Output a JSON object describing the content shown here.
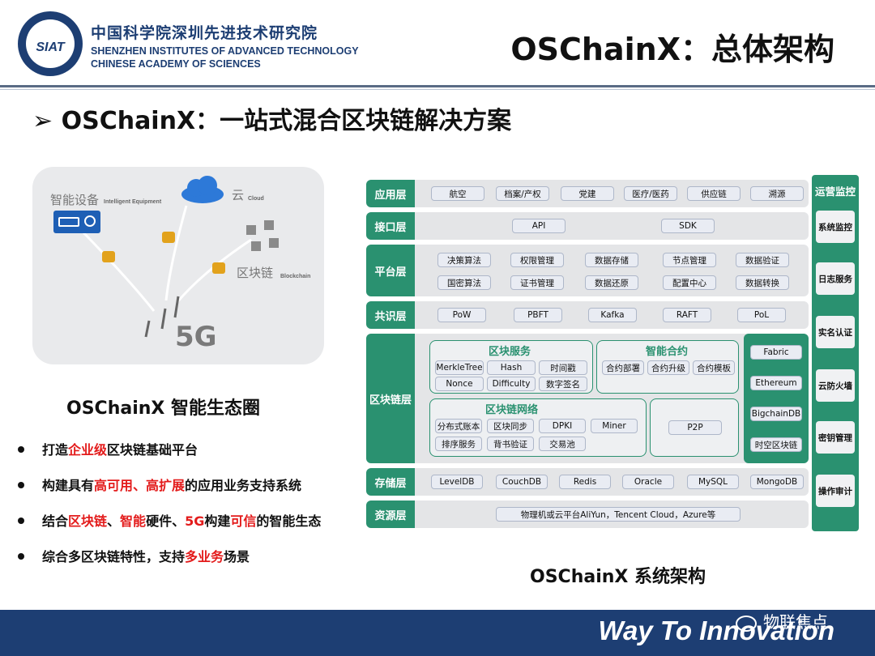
{
  "header": {
    "org_cn": "中国科学院深圳先进技术研究院",
    "org_en_1": "SHENZHEN INSTITUTES OF ADVANCED TECHNOLOGY",
    "org_en_2": "CHINESE ACADEMY OF SCIENCES",
    "logo_text": "SIAT",
    "page_title": "OSChainX：总体架构"
  },
  "subtitle": "➢ OSChainX：一站式混合区块链解决方案",
  "ecosystem": {
    "device_label": "智能设备",
    "device_label_en": "Intelligent Equipment",
    "cloud_label": "云",
    "cloud_label_en": "Cloud",
    "chain_label": "区块链",
    "chain_label_en": "Blockchain",
    "net_label": "5G",
    "caption": "OSChainX 智能生态圈"
  },
  "bullets": [
    {
      "p1": "打造",
      "h1": "企业级",
      "p2": "区块链基础平台"
    },
    {
      "p1": "构建具有",
      "h1": "高可用、高扩展",
      "p2": "的应用业务支持系统"
    },
    {
      "p1": "结合",
      "h1": "区块链",
      "p2": "、",
      "h2": "智能",
      "p3": "硬件、",
      "h3": "5G",
      "p4": "构建",
      "h4": "可信",
      "p5": "的智能生态"
    },
    {
      "p1": "综合多区块链特性，支持",
      "h1": "多业务",
      "p2": "场景"
    }
  ],
  "architecture": {
    "caption": "OSChainX 系统架构",
    "app_layer": {
      "label": "应用层",
      "items": [
        "航空",
        "档案/产权",
        "党建",
        "医疗/医药",
        "供应链",
        "溯源"
      ]
    },
    "interface_layer": {
      "label": "接口层",
      "items": [
        "API",
        "SDK"
      ]
    },
    "platform_layer": {
      "label": "平台层",
      "row1": [
        "决策算法",
        "权限管理",
        "数据存储",
        "节点管理",
        "数据验证"
      ],
      "row2": [
        "国密算法",
        "证书管理",
        "数据还原",
        "配置中心",
        "数据转换"
      ]
    },
    "consensus_layer": {
      "label": "共识层",
      "items": [
        "PoW",
        "PBFT",
        "Kafka",
        "RAFT",
        "PoL"
      ]
    },
    "chain_layer": {
      "label": "区块链层",
      "service": {
        "title": "区块服务",
        "items": [
          "MerkleTree",
          "Hash",
          "时间戳",
          "Nonce",
          "Difficulty",
          "数字签名"
        ]
      },
      "contract": {
        "title": "智能合约",
        "items": [
          "合约部署",
          "合约升级",
          "合约模板"
        ]
      },
      "network": {
        "title": "区块链网络",
        "items": [
          "分布式账本",
          "区块同步",
          "DPKI",
          "Miner",
          "排序服务",
          "背书验证",
          "交易池"
        ]
      },
      "p2p": "P2P",
      "chains": [
        "Fabric",
        "Ethereum",
        "BigchainDB",
        "时空区块链"
      ]
    },
    "storage_layer": {
      "label": "存储层",
      "items": [
        "LevelDB",
        "CouchDB",
        "Redis",
        "Oracle",
        "MySQL",
        "MongoDB"
      ]
    },
    "resource_layer": {
      "label": "资源层",
      "item": "物理机或云平台AliYun，Tencent Cloud，Azure等"
    },
    "ops": {
      "title": "运营监控",
      "items": [
        "系统监控",
        "日志服务",
        "实名认证",
        "云防火墙",
        "密钥管理",
        "操作审计"
      ]
    }
  },
  "footer": {
    "slogan": "Way To Innovation",
    "watermark": "物联焦点"
  },
  "colors": {
    "primary_green": "#2a9170",
    "navy": "#1d3e73",
    "highlight_red": "#e31b1b"
  }
}
